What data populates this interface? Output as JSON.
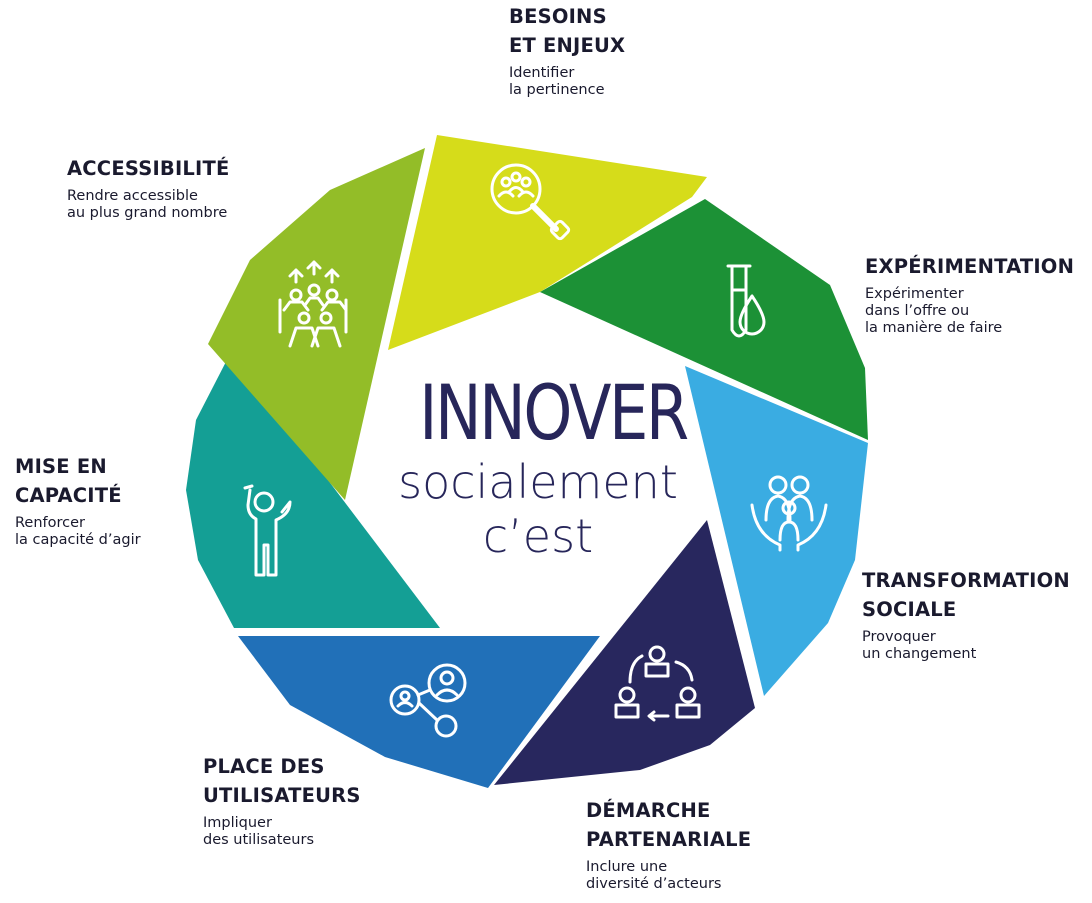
{
  "center": {
    "title": "INNOVER",
    "subtitle_line1": "socialement",
    "subtitle_line2": "c’est"
  },
  "segments": [
    {
      "title": "BESOINS\nET ENJEUX",
      "desc": "Identifier\nla pertinence",
      "color": "#d6dc1a",
      "icon": "magnifier-people-icon"
    },
    {
      "title": "EXPÉRIMENTATION",
      "desc": "Expérimenter\ndans l’offre ou\nla manière de faire",
      "color": "#1c9136",
      "icon": "test-tube-drop-icon"
    },
    {
      "title": "TRANSFORMATION\nSOCIALE",
      "desc": "Provoquer\nun changement",
      "color": "#3aace2",
      "icon": "family-hands-icon"
    },
    {
      "title": "DÉMARCHE\nPARTENARIALE",
      "desc": "Inclure une\ndiversité d’acteurs",
      "color": "#28275e",
      "icon": "people-cycle-icon"
    },
    {
      "title": "PLACE DES\nUTILISATEURS",
      "desc": "Impliquer\ndes utilisateurs",
      "color": "#2170b8",
      "icon": "user-network-icon"
    },
    {
      "title": "MISE EN\nCAPACITÉ",
      "desc": "Renforcer\nla capacité d’agir",
      "color": "#149f95",
      "icon": "raised-hand-person-icon"
    },
    {
      "title": "ACCESSIBILITÉ",
      "desc": "Rendre accessible\nau plus grand nombre",
      "color": "#93bd28",
      "icon": "crowd-arrows-icon"
    }
  ]
}
